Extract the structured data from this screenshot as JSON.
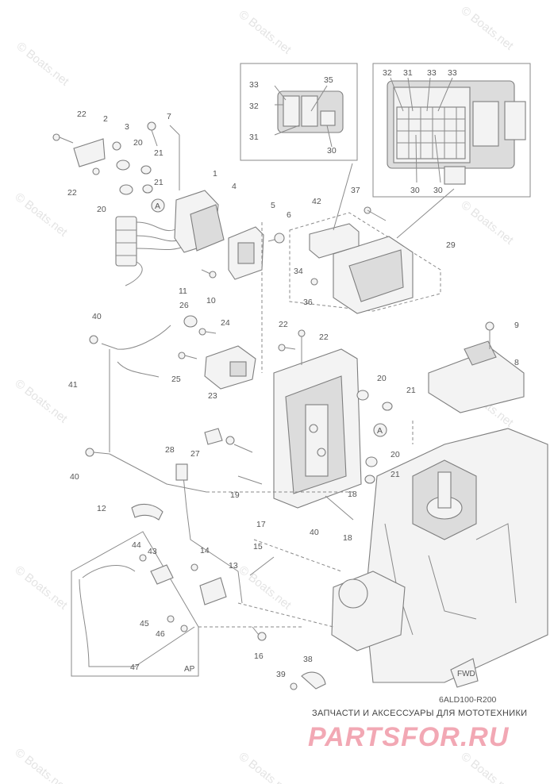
{
  "watermark": "© Boats.net",
  "diagram_code": "6ALD100-R200",
  "ap_label": "AP",
  "fwd_label": "FWD",
  "footer": {
    "line1": "ЗАПЧАСТИ И АКСЕССУАРЫ ДЛЯ МОТОТЕХНИКИ",
    "logo": "PARTSFOR.RU"
  },
  "callouts": [
    {
      "id": "c1",
      "num": "1"
    },
    {
      "id": "c2",
      "num": "2"
    },
    {
      "id": "c3",
      "num": "3"
    },
    {
      "id": "c4",
      "num": "4"
    },
    {
      "id": "c5",
      "num": "5"
    },
    {
      "id": "c6",
      "num": "6"
    },
    {
      "id": "c7",
      "num": "7"
    },
    {
      "id": "c8",
      "num": "8"
    },
    {
      "id": "c9",
      "num": "9"
    },
    {
      "id": "c10",
      "num": "10"
    },
    {
      "id": "c11",
      "num": "11"
    },
    {
      "id": "c12",
      "num": "12"
    },
    {
      "id": "c13",
      "num": "13"
    },
    {
      "id": "c14",
      "num": "14"
    },
    {
      "id": "c15",
      "num": "15"
    },
    {
      "id": "c16",
      "num": "16"
    },
    {
      "id": "c17",
      "num": "17"
    },
    {
      "id": "c18a",
      "num": "18"
    },
    {
      "id": "c18b",
      "num": "18"
    },
    {
      "id": "c19",
      "num": "19"
    },
    {
      "id": "c20a",
      "num": "20"
    },
    {
      "id": "c20b",
      "num": "20"
    },
    {
      "id": "c20c",
      "num": "20"
    },
    {
      "id": "c20d",
      "num": "20"
    },
    {
      "id": "c21a",
      "num": "21"
    },
    {
      "id": "c21b",
      "num": "21"
    },
    {
      "id": "c21c",
      "num": "21"
    },
    {
      "id": "c21d",
      "num": "21"
    },
    {
      "id": "c22a",
      "num": "22"
    },
    {
      "id": "c22b",
      "num": "22"
    },
    {
      "id": "c22c",
      "num": "22"
    },
    {
      "id": "c22d",
      "num": "22"
    },
    {
      "id": "c23",
      "num": "23"
    },
    {
      "id": "c24",
      "num": "24"
    },
    {
      "id": "c25",
      "num": "25"
    },
    {
      "id": "c26",
      "num": "26"
    },
    {
      "id": "c27",
      "num": "27"
    },
    {
      "id": "c28",
      "num": "28"
    },
    {
      "id": "c29",
      "num": "29"
    },
    {
      "id": "c30a",
      "num": "30"
    },
    {
      "id": "c30b",
      "num": "30"
    },
    {
      "id": "c30c",
      "num": "30"
    },
    {
      "id": "c31a",
      "num": "31"
    },
    {
      "id": "c31b",
      "num": "31"
    },
    {
      "id": "c32a",
      "num": "32"
    },
    {
      "id": "c32b",
      "num": "32"
    },
    {
      "id": "c33a",
      "num": "33"
    },
    {
      "id": "c33b",
      "num": "33"
    },
    {
      "id": "c33c",
      "num": "33"
    },
    {
      "id": "c34",
      "num": "34"
    },
    {
      "id": "c35",
      "num": "35"
    },
    {
      "id": "c36",
      "num": "36"
    },
    {
      "id": "c37",
      "num": "37"
    },
    {
      "id": "c38",
      "num": "38"
    },
    {
      "id": "c39",
      "num": "39"
    },
    {
      "id": "c40a",
      "num": "40"
    },
    {
      "id": "c40b",
      "num": "40"
    },
    {
      "id": "c40c",
      "num": "40"
    },
    {
      "id": "c41",
      "num": "41"
    },
    {
      "id": "c42",
      "num": "42"
    },
    {
      "id": "c43",
      "num": "43"
    },
    {
      "id": "c44",
      "num": "44"
    },
    {
      "id": "c45",
      "num": "45"
    },
    {
      "id": "c46",
      "num": "46"
    },
    {
      "id": "c47",
      "num": "47"
    }
  ],
  "ref_marks": [
    {
      "id": "refA1",
      "letter": "A"
    },
    {
      "id": "refA2",
      "letter": "A"
    }
  ]
}
